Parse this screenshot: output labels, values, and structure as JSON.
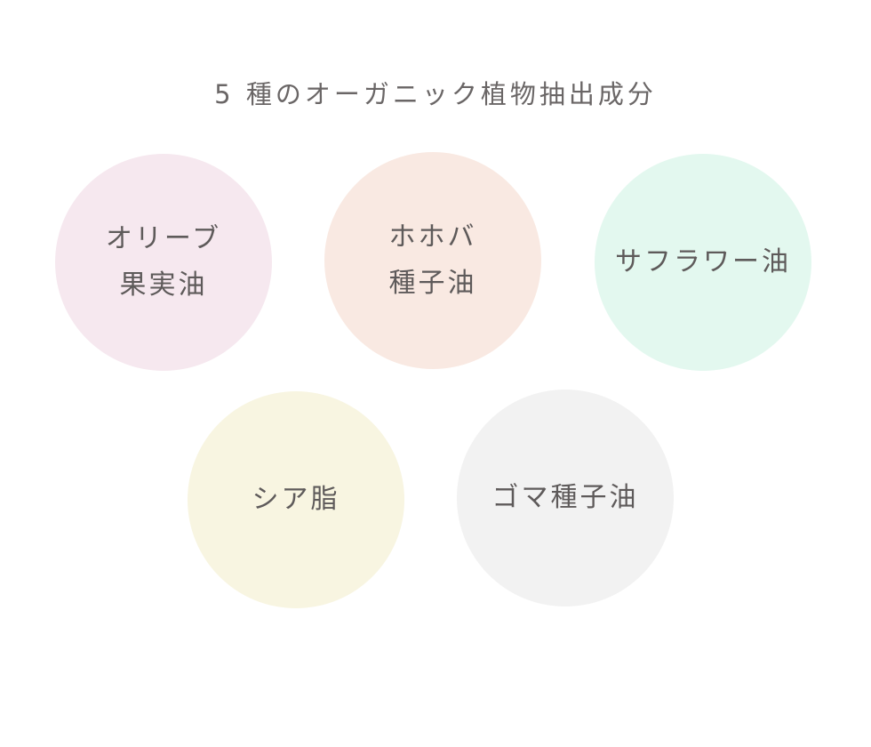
{
  "title": "5 種のオーガニック植物抽出成分",
  "ingredients": [
    {
      "lines": [
        "オリーブ",
        "果実油"
      ],
      "color": "#f6e8ef"
    },
    {
      "lines": [
        "ホホバ",
        "種子油"
      ],
      "color": "#f9e9e2"
    },
    {
      "lines": [
        "サフラワー油"
      ],
      "color": "#e3f8ef"
    },
    {
      "lines": [
        "シア脂"
      ],
      "color": "#f8f5e1"
    },
    {
      "lines": [
        "ゴマ種子油"
      ],
      "color": "#f2f2f2"
    }
  ]
}
